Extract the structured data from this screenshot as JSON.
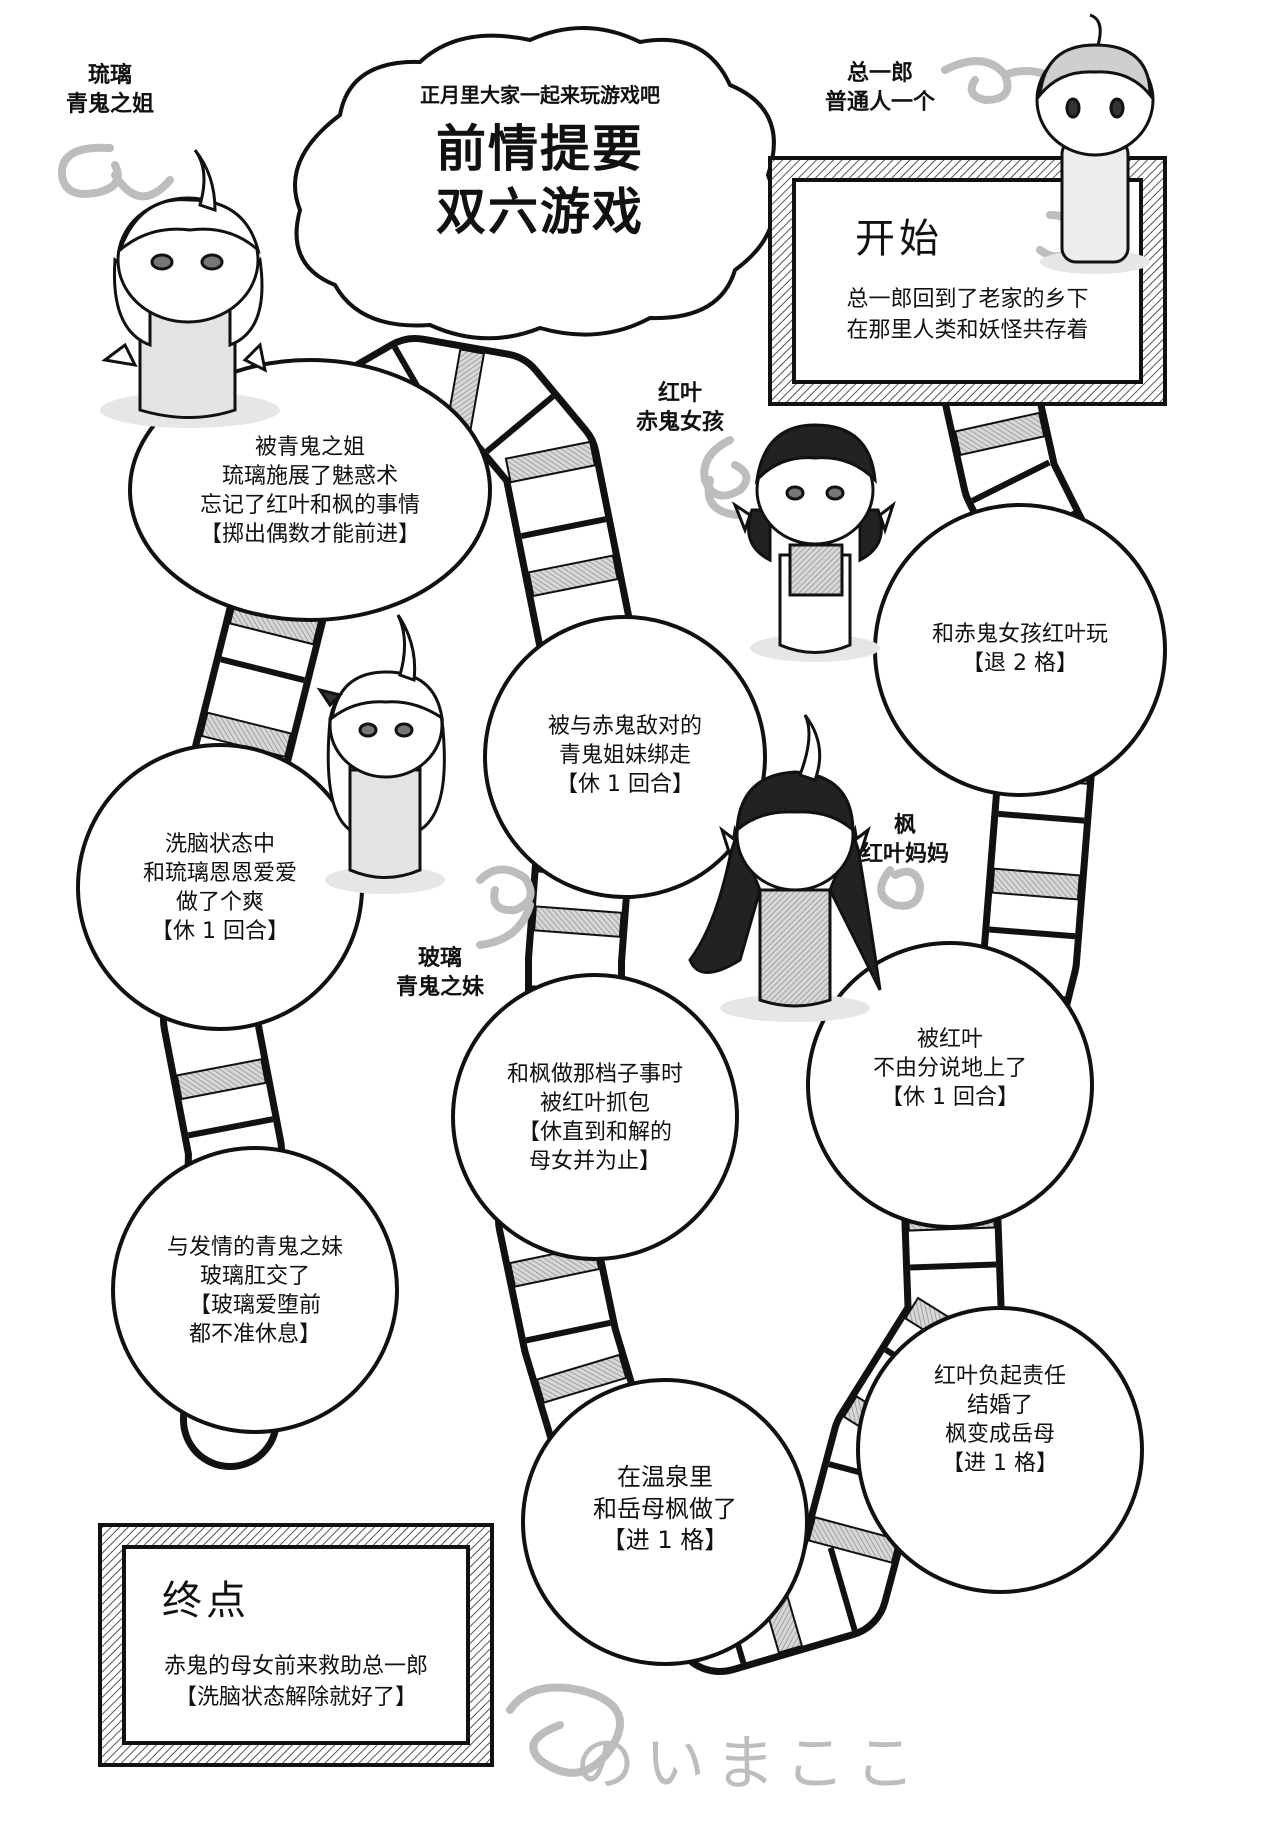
{
  "header": {
    "subtitle": "正月里大家一起来玩游戏吧",
    "title_line1": "前情提要",
    "title_line2": "双六游戏"
  },
  "characters": {
    "ruri": [
      "琉璃",
      "青鬼之姐"
    ],
    "soichiro": [
      "总一郎",
      "普通人一个"
    ],
    "momiji": [
      "红叶",
      "赤鬼女孩"
    ],
    "kaede": [
      "枫",
      "红叶妈妈"
    ],
    "hari": [
      "玻璃",
      "青鬼之妹"
    ]
  },
  "start_box": {
    "title": "开始",
    "lines": [
      "总一郎回到了老家的乡下",
      "在那里人类和妖怪共存着"
    ]
  },
  "goal_box": {
    "title": "终点",
    "lines": [
      "赤鬼的母女前来救助总一郎",
      "【洗脑状态解除就好了】"
    ]
  },
  "cells": {
    "momiji_play": [
      "和赤鬼女孩红叶玩",
      "【退 2 格】"
    ],
    "charmed": [
      "被青鬼之姐",
      "琉璃施展了魅惑术",
      "忘记了红叶和枫的事情",
      "【掷出偶数才能前进】"
    ],
    "kidnapped": [
      "被与赤鬼敌对的",
      "青鬼姐妹绑走",
      "【休 1 回合】"
    ],
    "brainwashed": [
      "洗脑状态中",
      "和琉璃恩恩爱爱",
      "做了个爽",
      "【休 1 回合】"
    ],
    "taken_by_momiji": [
      "被红叶",
      "不由分说地上了",
      "【休 1 回合】"
    ],
    "caught": [
      "和枫做那档子事时",
      "被红叶抓包",
      "【休直到和解的",
      "母女并为止】"
    ],
    "hari_anal": [
      "与发情的青鬼之妹",
      "玻璃肛交了",
      "【玻璃爱堕前",
      "都不准休息】"
    ],
    "married": [
      "红叶负起责任",
      "结婚了",
      "枫变成岳母",
      "【进 1 格】"
    ],
    "onsen": [
      "在温泉里",
      "和岳母枫做了",
      "【进 1 格】"
    ]
  },
  "footer_signature": "のいまここ"
}
